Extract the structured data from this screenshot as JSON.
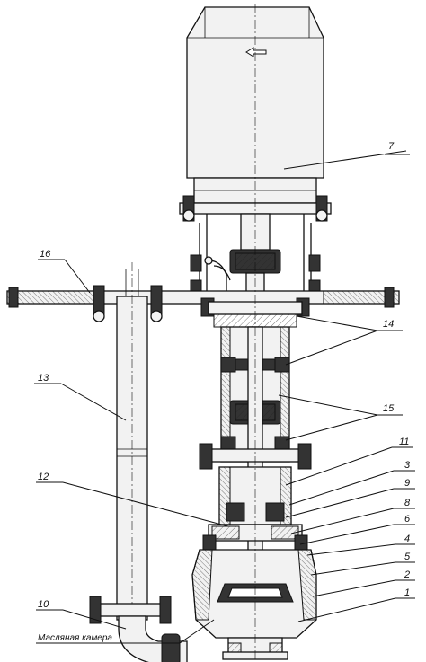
{
  "callouts": {
    "c1": "1",
    "c2": "2",
    "c3": "3",
    "c4": "4",
    "c5": "5",
    "c6": "6",
    "c7": "7",
    "c8": "8",
    "c9": "9",
    "c10": "10",
    "c11": "11",
    "c12": "12",
    "c13": "13",
    "c14": "14",
    "c15": "15",
    "c16": "16"
  },
  "oil_chamber_label": "Масляная камера",
  "motor_arrow_icon": "left-arrow-icon"
}
